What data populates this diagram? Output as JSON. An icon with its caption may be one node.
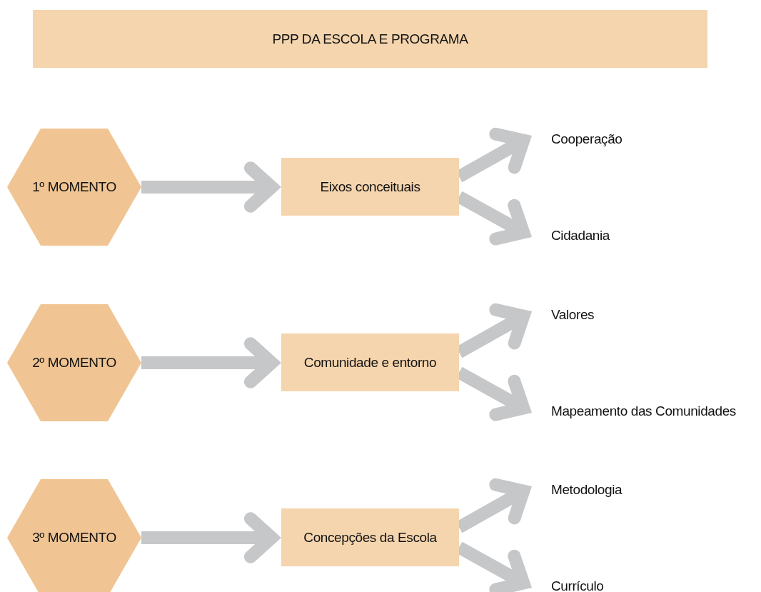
{
  "diagram": {
    "nodes": [
      {
        "text": [
          "PPP DA ESCOLA E PROGRAMA"
        ]
      },
      {
        "text": [
          "1º MOMENTO"
        ]
      },
      {
        "text": [
          "Eixos conceituais"
        ]
      },
      {
        "text": [
          "Cooperação"
        ]
      },
      {
        "text": [
          "Cidadania"
        ]
      },
      {
        "text": [
          "2º MOMENTO"
        ]
      },
      {
        "text": [
          "Comunidade e entorno"
        ]
      },
      {
        "text": [
          "Valores"
        ]
      },
      {
        "text": [
          "Mapeamento das Comunidades"
        ]
      },
      {
        "text": [
          "3º MOMENTO"
        ]
      },
      {
        "text": [
          "Concepções da Escola"
        ]
      },
      {
        "text": [
          "Metodologia"
        ]
      },
      {
        "text": [
          "Currículo"
        ]
      }
    ],
    "edges": [
      {
        "from": 1,
        "to": 2,
        "arrow": "to"
      },
      {
        "from": 2,
        "to": 3,
        "arrow": "to"
      },
      {
        "from": 2,
        "to": 4,
        "arrow": "to"
      },
      {
        "from": 5,
        "to": 6,
        "arrow": "to"
      },
      {
        "from": 6,
        "to": 7,
        "arrow": "to"
      },
      {
        "from": 6,
        "to": 8,
        "arrow": "to"
      },
      {
        "from": 9,
        "to": 10,
        "arrow": "to"
      },
      {
        "from": 10,
        "to": 11,
        "arrow": "to"
      },
      {
        "from": 10,
        "to": 12,
        "arrow": "to"
      }
    ]
  }
}
